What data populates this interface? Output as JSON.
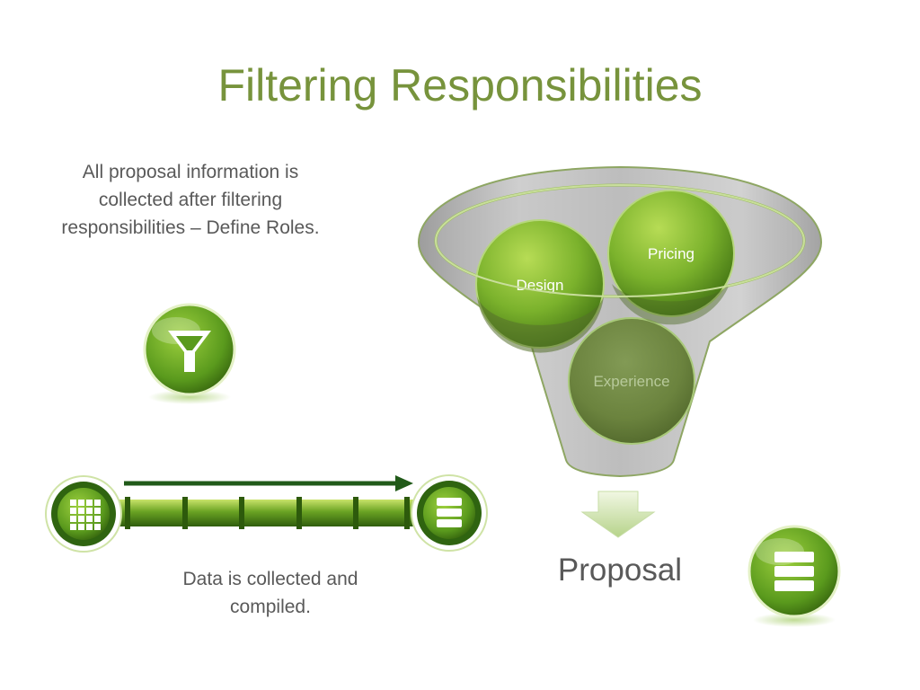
{
  "title": "Filtering Responsibilities",
  "left_text": "All proposal information is collected after filtering responsibilities – Define Roles.",
  "bottom_text": "Data is collected and compiled.",
  "proposal_label": "Proposal",
  "funnel_items": [
    "Design",
    "Pricing",
    "Experience"
  ],
  "icons": {
    "filter": "filter-icon",
    "grid": "grid-icon",
    "list": "list-icon",
    "list_large": "list-icon"
  },
  "colors": {
    "title": "#77933c",
    "text": "#595959",
    "green_light": "#9bc93c",
    "green_dark": "#3d6a12",
    "funnel": "#c3c3c3"
  }
}
